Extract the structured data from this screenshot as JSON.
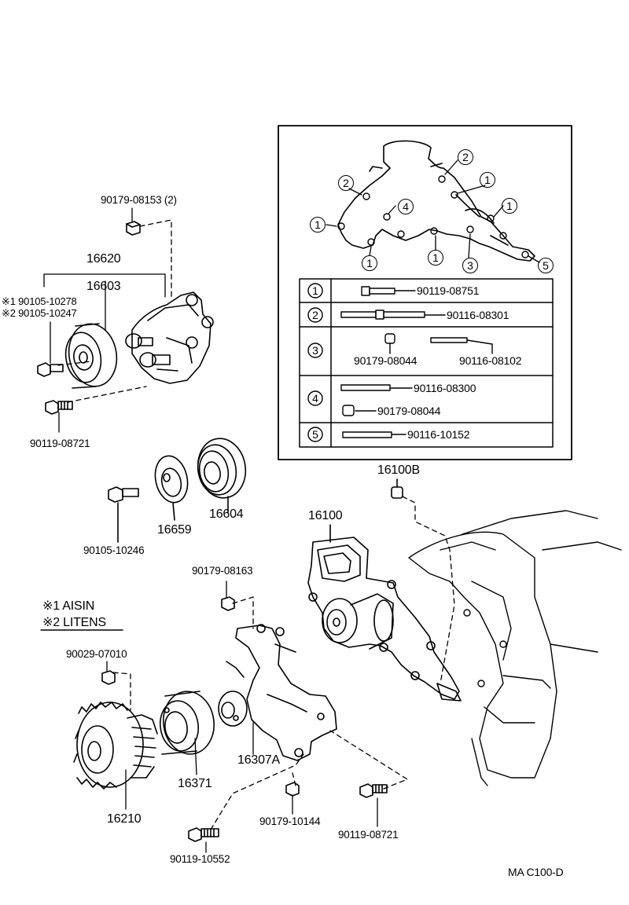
{
  "top_assembly": {
    "idler_bolt_label": "90179-08153 (2)",
    "assembly_label": "16620",
    "pulley_label": "16603",
    "aisin_bolt_label": "※1 90105-10278",
    "litens_bolt_label": "※2 90105-10247",
    "lower_bolt_label": "90119-08721"
  },
  "mid_parts": {
    "bolt_label": "90105-10246",
    "washer_label": "16659",
    "pulley_label": "16604"
  },
  "legend": {
    "note1": "※1  AISIN",
    "note2": "※2  LITENS"
  },
  "inset": {
    "callouts": [
      "2",
      "2",
      "1",
      "1",
      "1",
      "4",
      "1",
      "1",
      "3",
      "5"
    ],
    "table": {
      "row1": {
        "key": "1",
        "part": "90119-08751"
      },
      "row2": {
        "key": "2",
        "part": "90116-08301"
      },
      "row3": {
        "key": "3",
        "part_a": "90179-08044",
        "part_b": "90116-08102"
      },
      "row4": {
        "key": "4",
        "part_a": "90116-08300",
        "part_b": "90179-08044"
      },
      "row5": {
        "key": "5",
        "part": "90116-10152"
      }
    }
  },
  "water_pump": {
    "stud_label": "16100B",
    "pump_label": "16100"
  },
  "lower_assembly": {
    "bracket_nut_label": "90179-08163",
    "fan_nut_label": "90029-07010",
    "fan_clutch_label": "16210",
    "fan_pulley_label": "16371",
    "bracket_label": "16307A",
    "nut_label": "90179-10144",
    "bolt_a_label": "90119-10552",
    "bolt_b_label": "90119-08721"
  },
  "footer": {
    "code": "MA C100-D"
  }
}
